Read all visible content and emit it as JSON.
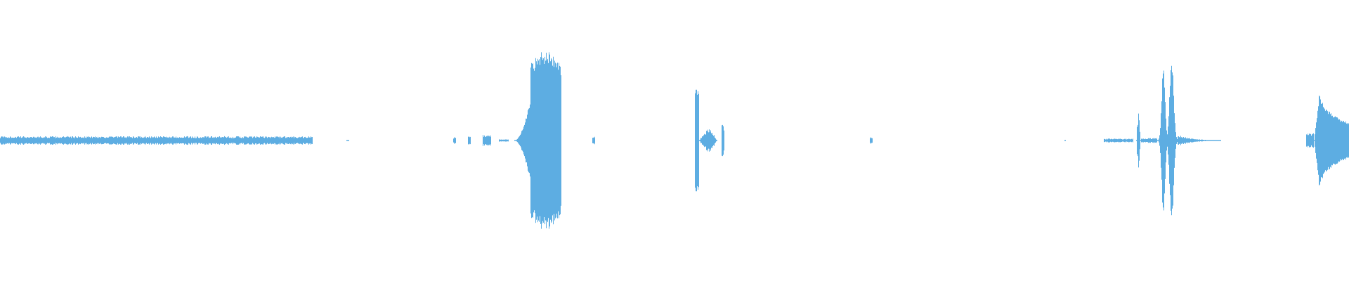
{
  "colors": {
    "background": "#ffffff",
    "waveform": "#5dade2"
  },
  "waveform": {
    "channels": 1,
    "peak_amplitude_scale": 1.0,
    "segments": [
      {
        "name": "noise-floor",
        "start": 0.0,
        "end": 0.232,
        "amp": 0.045,
        "shape": "flat"
      },
      {
        "name": "tick-1",
        "start": 0.257,
        "end": 0.259,
        "amp": 0.008,
        "shape": "flat"
      },
      {
        "name": "tick-2",
        "start": 0.336,
        "end": 0.338,
        "amp": 0.035,
        "shape": "flat"
      },
      {
        "name": "tick-3",
        "start": 0.347,
        "end": 0.349,
        "amp": 0.045,
        "shape": "flat"
      },
      {
        "name": "tick-4",
        "start": 0.358,
        "end": 0.364,
        "amp": 0.06,
        "shape": "flat"
      },
      {
        "name": "tick-5",
        "start": 0.37,
        "end": 0.377,
        "amp": 0.012,
        "shape": "flat"
      },
      {
        "name": "swell-rise",
        "start": 0.381,
        "end": 0.393,
        "amp": 0.42,
        "shape": "ramp-up"
      },
      {
        "name": "big-burst",
        "start": 0.393,
        "end": 0.416,
        "amp": 0.95,
        "shape": "plateau"
      },
      {
        "name": "tick-6",
        "start": 0.439,
        "end": 0.441,
        "amp": 0.05,
        "shape": "flat"
      },
      {
        "name": "spike-a",
        "start": 0.515,
        "end": 0.518,
        "amp": 0.55,
        "shape": "flat"
      },
      {
        "name": "small-burst",
        "start": 0.518,
        "end": 0.532,
        "amp": 0.12,
        "shape": "bump"
      },
      {
        "name": "spike-b",
        "start": 0.535,
        "end": 0.537,
        "amp": 0.18,
        "shape": "flat"
      },
      {
        "name": "tick-7",
        "start": 0.645,
        "end": 0.647,
        "amp": 0.04,
        "shape": "flat"
      },
      {
        "name": "tick-8",
        "start": 0.789,
        "end": 0.79,
        "amp": 0.008,
        "shape": "flat"
      },
      {
        "name": "lead-noise",
        "start": 0.818,
        "end": 0.84,
        "amp": 0.02,
        "shape": "flat"
      },
      {
        "name": "spike-c",
        "start": 0.842,
        "end": 0.846,
        "amp": 0.3,
        "shape": "bump"
      },
      {
        "name": "mid-noise",
        "start": 0.846,
        "end": 0.858,
        "amp": 0.025,
        "shape": "flat"
      },
      {
        "name": "double-burst",
        "start": 0.858,
        "end": 0.873,
        "amp": 0.88,
        "shape": "double"
      },
      {
        "name": "tail-noise",
        "start": 0.873,
        "end": 0.905,
        "amp": 0.06,
        "shape": "decay"
      },
      {
        "name": "final-burst-lead",
        "start": 0.968,
        "end": 0.974,
        "amp": 0.08,
        "shape": "flat"
      },
      {
        "name": "final-burst",
        "start": 0.974,
        "end": 1.0,
        "amp": 0.5,
        "shape": "decay-tail"
      }
    ]
  }
}
